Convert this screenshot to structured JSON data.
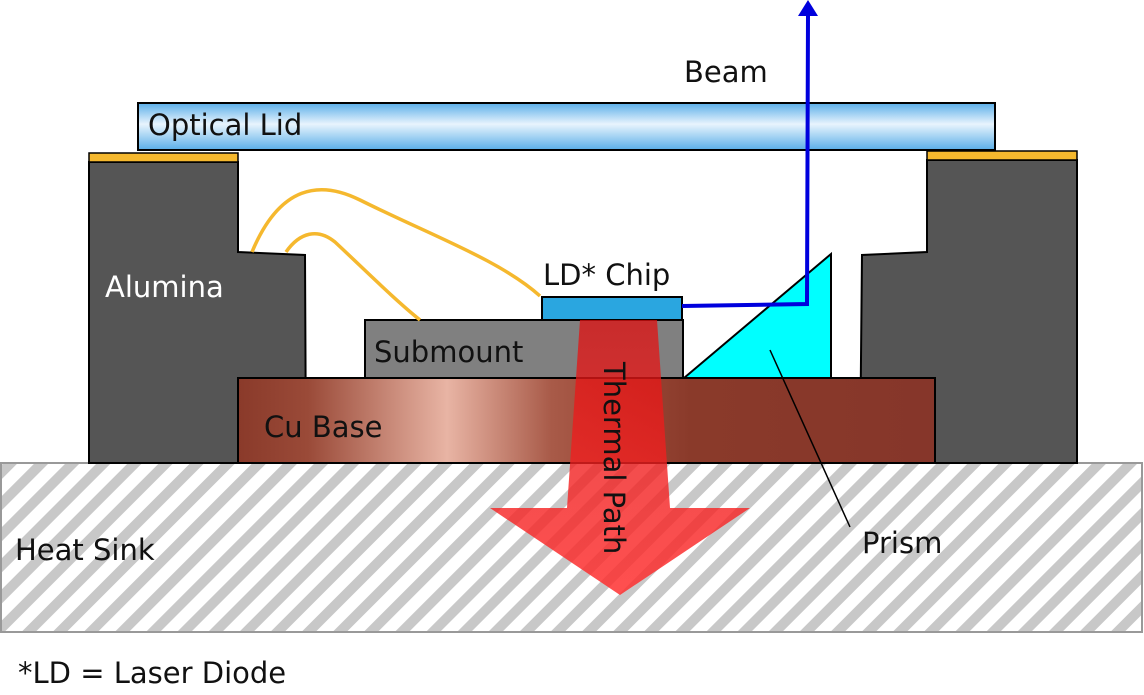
{
  "labels": {
    "beam": "Beam",
    "optical_lid": "Optical Lid",
    "alumina": "Alumina",
    "ld_chip": "LD* Chip",
    "submount": "Submount",
    "cu_base": "Cu Base",
    "thermal_path": "Thermal Path",
    "heat_sink": "Heat Sink",
    "prism": "Prism"
  },
  "footnote": "*LD = Laser Diode",
  "colors": {
    "alumina": "#555555",
    "gold": "#f5b82e",
    "submount": "#808080",
    "ld_chip": "#2aa6e0",
    "prism": "#00ffff",
    "beam": "#0000dd",
    "thermal_arrow": "#e01010",
    "cu_base": "#8a3a2a"
  }
}
